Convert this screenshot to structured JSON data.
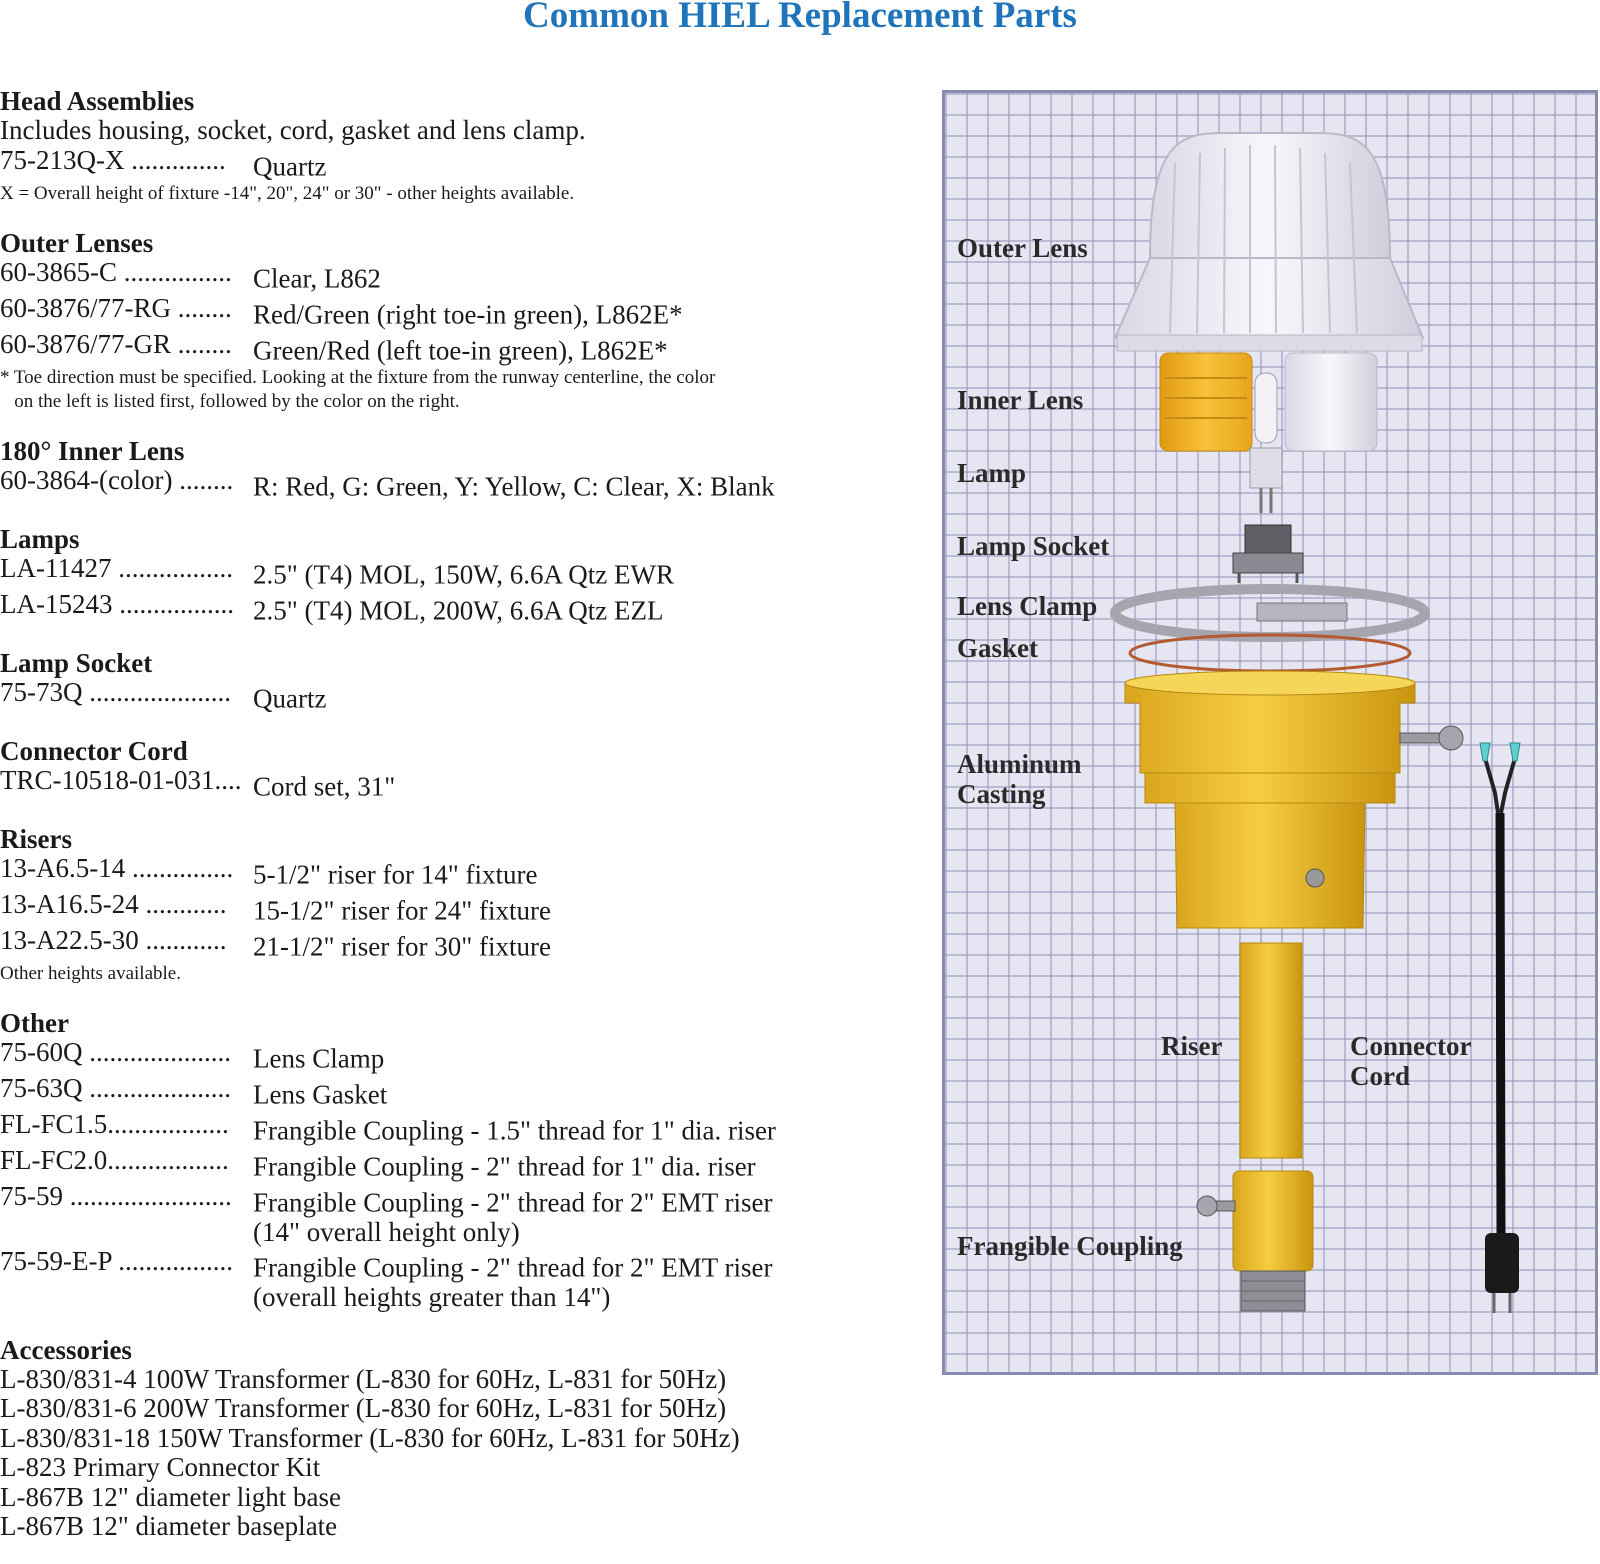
{
  "title": "Common HIEL Replacement Parts",
  "sections": [
    {
      "heading": "Head Assemblies",
      "note_top": "Includes housing, socket, cord, gasket and lens clamp.",
      "rows": [
        {
          "code": "75-213Q-X ..............",
          "desc": "Quartz"
        }
      ],
      "note": "X = Overall height of fixture -14\", 20\", 24\" or 30\" - other heights available."
    },
    {
      "heading": "Outer Lenses",
      "rows": [
        {
          "code": "60-3865-C ................",
          "desc": "Clear, L862"
        },
        {
          "code": "60-3876/77-RG ........",
          "desc": "Red/Green (right toe-in green), L862E*"
        },
        {
          "code": "60-3876/77-GR ........",
          "desc": "Green/Red (left toe-in green), L862E*"
        }
      ],
      "note": "* Toe direction must be specified. Looking at the fixture from the runway centerline, the color",
      "note2": "   on the left is listed first, followed by the color on the right."
    },
    {
      "heading": "180° Inner Lens",
      "rows": [
        {
          "code": "60-3864-(color) ........",
          "desc": "R: Red, G: Green, Y: Yellow, C: Clear, X: Blank"
        }
      ]
    },
    {
      "heading": "Lamps",
      "rows": [
        {
          "code": "LA-11427 .................",
          "desc": "2.5\" (T4) MOL, 150W, 6.6A Qtz EWR"
        },
        {
          "code": "LA-15243 .................",
          "desc": "2.5\" (T4) MOL, 200W, 6.6A Qtz EZL"
        }
      ]
    },
    {
      "heading": "Lamp Socket",
      "rows": [
        {
          "code": "75-73Q .....................",
          "desc": "Quartz"
        }
      ]
    },
    {
      "heading": "Connector Cord",
      "rows": [
        {
          "code": "TRC-10518-01-031....",
          "desc": "Cord set, 31\""
        }
      ]
    },
    {
      "heading": "Risers",
      "rows": [
        {
          "code": "13-A6.5-14 ...............",
          "desc": "5-1/2\" riser for 14\" fixture"
        },
        {
          "code": "13-A16.5-24 ............",
          "desc": "15-1/2\" riser for 24\" fixture"
        },
        {
          "code": "13-A22.5-30 ............",
          "desc": "21-1/2\" riser for 30\" fixture"
        }
      ],
      "note": "Other heights available."
    },
    {
      "heading": "Other",
      "rows": [
        {
          "code": "75-60Q .....................",
          "desc": "Lens Clamp"
        },
        {
          "code": "75-63Q .....................",
          "desc": "Lens Gasket"
        },
        {
          "code": "FL-FC1.5..................",
          "desc": "Frangible Coupling - 1.5\" thread for 1\" dia. riser"
        },
        {
          "code": "FL-FC2.0..................",
          "desc": "Frangible Coupling - 2\" thread for 1\" dia. riser"
        },
        {
          "code": "75-59 ........................",
          "desc": "Frangible Coupling - 2\" thread for 2\" EMT riser",
          "cont": "(14\" overall height only)"
        },
        {
          "code": "75-59-E-P .................",
          "desc": "Frangible Coupling - 2\" thread for 2\" EMT riser",
          "cont": "(overall heights greater than 14\")"
        }
      ]
    },
    {
      "heading": "Accessories",
      "lines": [
        "L-830/831-4 100W Transformer (L-830 for 60Hz, L-831 for 50Hz)",
        "L-830/831-6 200W Transformer (L-830 for 60Hz, L-831 for 50Hz)",
        "L-830/831-18 150W Transformer (L-830 for 60Hz, L-831 for 50Hz)",
        "L-823 Primary Connector Kit",
        "L-867B 12\" diameter light base",
        "L-867B 12\" diameter baseplate"
      ]
    }
  ],
  "diagram": {
    "labels": {
      "outer_lens": "Outer Lens",
      "inner_lens": "Inner Lens",
      "lamp": "Lamp",
      "lamp_socket": "Lamp Socket",
      "lens_clamp": "Lens Clamp",
      "gasket": "Gasket",
      "aluminum_casting_1": "Aluminum",
      "aluminum_casting_2": "Casting",
      "riser": "Riser",
      "connector_cord_1": "Connector",
      "connector_cord_2": "Cord",
      "frangible_coupling": "Frangible Coupling"
    },
    "colors": {
      "casting_yellow": "#f2c12e",
      "inner_lens_amber": "#f5b82a",
      "grid_background": "#e6e6f3",
      "title_blue": "#1f74ba"
    }
  }
}
